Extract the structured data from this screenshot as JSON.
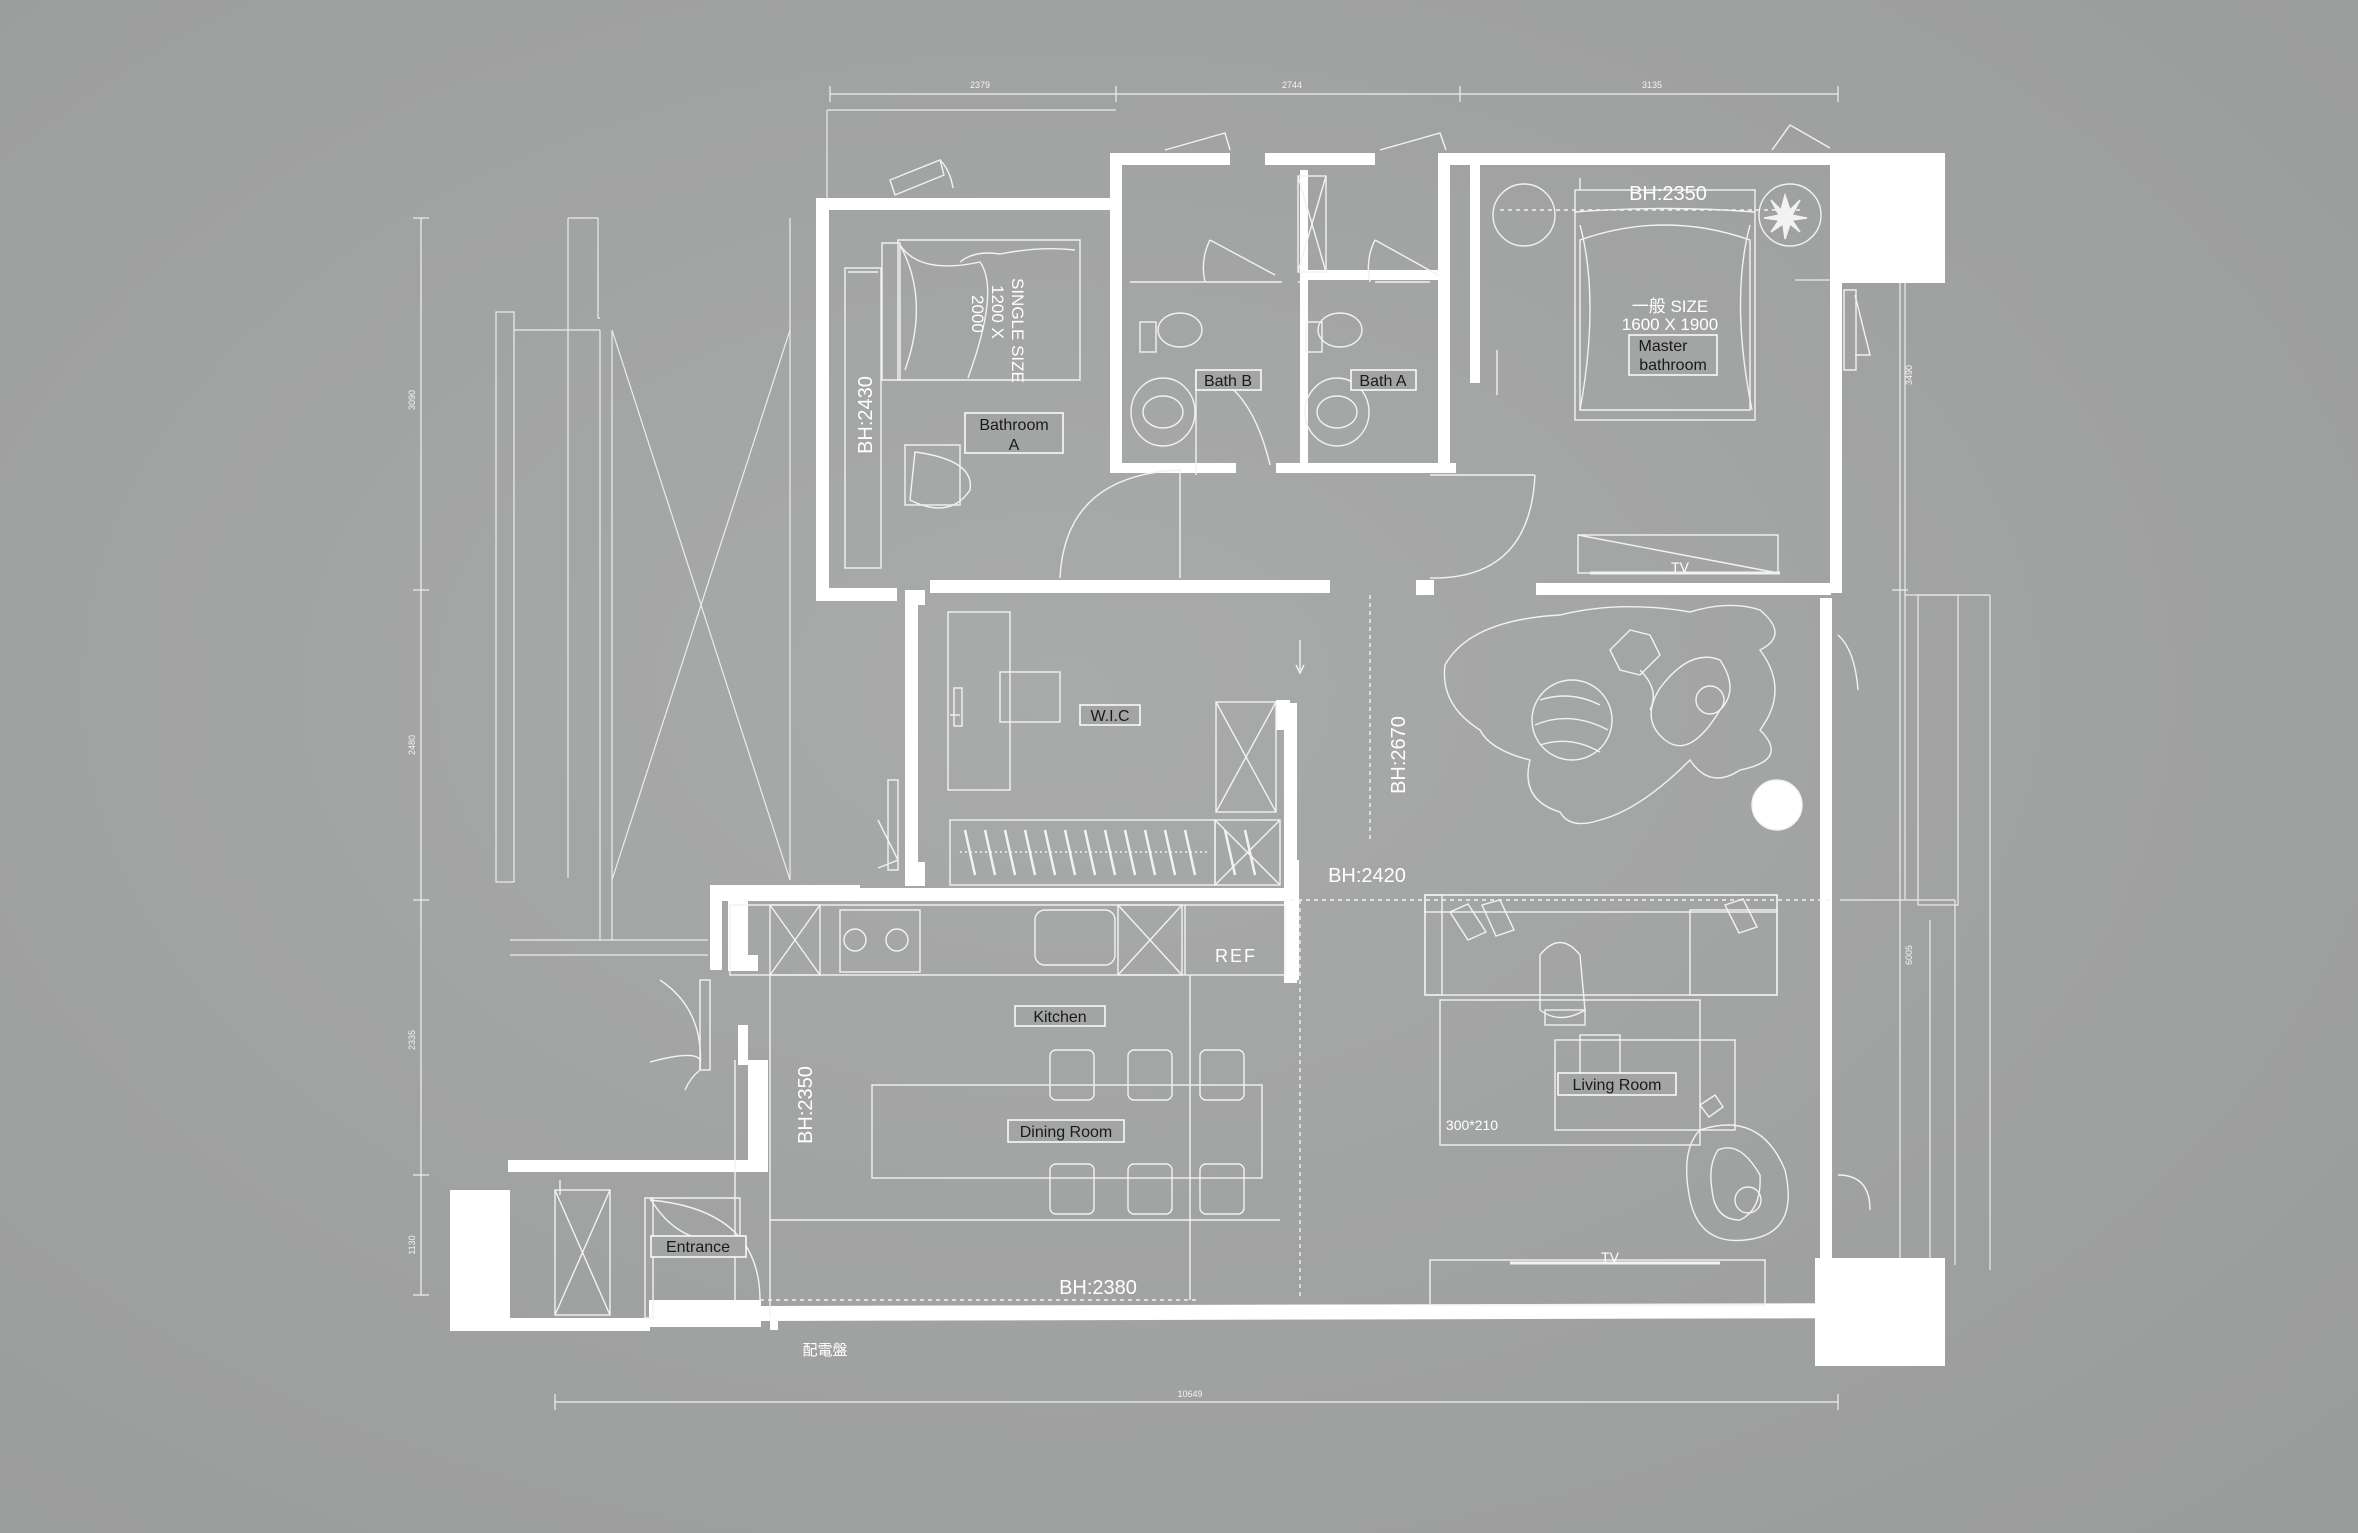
{
  "plan": {
    "rooms": {
      "bathroom_a_line1": "Bathroom",
      "bathroom_a_line2": "A",
      "bath_b": "Bath B",
      "bath_a": "Bath A",
      "master_line1": "Master",
      "master_line2": "bathroom",
      "wic": "W.I.C",
      "kitchen": "Kitchen",
      "dining": "Dining Room",
      "living": "Living Room",
      "entrance": "Entrance"
    },
    "ceiling_heights": {
      "bh_2350_top": "BH:2350",
      "bh_2430": "BH:2430",
      "bh_2670": "BH:2670",
      "bh_2420": "BH:2420",
      "bh_2350_left": "BH:2350",
      "bh_2380": "BH:2380"
    },
    "annotations": {
      "single_bed_1": "SINGLE SIZE",
      "single_bed_2": "1200 X",
      "single_bed_3": "2000",
      "master_bed_1": "一般 SIZE",
      "master_bed_2": "1600 X 1900",
      "tv_top": "TV",
      "tv_bottom": "TV",
      "ref": "REF",
      "rug": "300*210",
      "panel": "配電盤"
    },
    "dimensions": {
      "top_1": "2379",
      "top_2": "2744",
      "top_3": "3135",
      "bottom": "10649",
      "left_1": "3090",
      "left_2": "2480",
      "left_3": "2335",
      "left_4": "1130",
      "right_1": "3490",
      "right_2": "6005"
    },
    "colors": {
      "background": "#a3a4a4",
      "wall": "#ffffff",
      "label_box": "#a3a4a4",
      "label_text": "#1a1a1a"
    }
  }
}
